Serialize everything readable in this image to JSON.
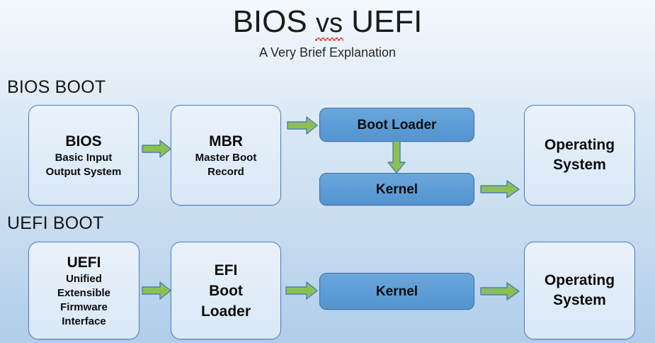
{
  "title": {
    "part1": "BIOS ",
    "vs": "vs",
    "part2": " UEFI",
    "subtitle": "A Very Brief Explanation"
  },
  "sections": {
    "bios_label": "BIOS BOOT",
    "uefi_label": "UEFI BOOT"
  },
  "colors": {
    "light_box_fill": "#e3eef9",
    "light_box_border": "#4a7ebb",
    "blue_box_fill": "#5b9bd5",
    "blue_box_border": "#3e6f9e",
    "arrow_fill": "#8cc152",
    "arrow_border": "#4a7ebb",
    "background_top": "#f4f8fc",
    "background_bottom": "#b0cee9",
    "spellcheck_underline": "#e8403a"
  },
  "bios_flow": {
    "bios": {
      "title": "BIOS",
      "sub_line1": "Basic Input",
      "sub_line2": "Output System"
    },
    "mbr": {
      "title": "MBR",
      "sub_line1": "Master Boot",
      "sub_line2": "Record"
    },
    "boot_loader": {
      "label": "Boot Loader"
    },
    "kernel": {
      "label": "Kernel"
    },
    "operating_system": {
      "line1": "Operating",
      "line2": "System"
    }
  },
  "uefi_flow": {
    "uefi": {
      "title": "UEFI",
      "sub_line1": "Unified",
      "sub_line2": "Extensible",
      "sub_line3": "Firmware",
      "sub_line4": "Interface"
    },
    "efi_boot_loader": {
      "line1": "EFI",
      "line2": "Boot",
      "line3": "Loader"
    },
    "kernel": {
      "label": "Kernel"
    },
    "operating_system": {
      "line1": "Operating",
      "line2": "System"
    }
  }
}
